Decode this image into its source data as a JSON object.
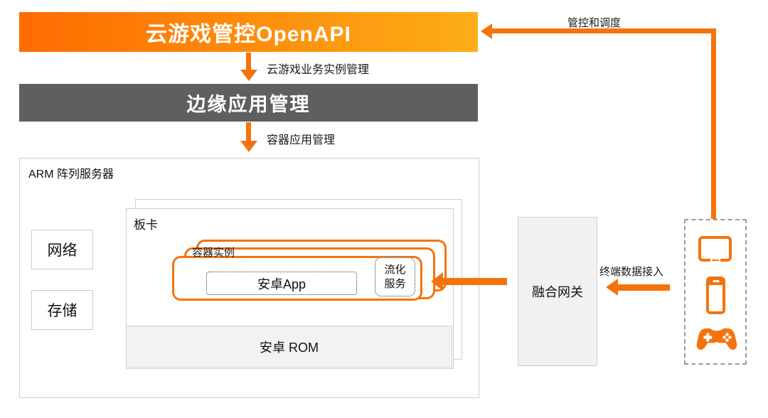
{
  "colors": {
    "accent_orange": "#F5730D",
    "banner_gradient_start": "#FF6B00",
    "banner_gradient_end": "#FCAE17",
    "edge_banner_gray": "#5F5F5F",
    "panel_fill_gray": "#F2F2F2"
  },
  "top_banner": {
    "title": "云游戏管控OpenAPI"
  },
  "edge_banner": {
    "title": "边缘应用管理"
  },
  "flow_labels": {
    "api_to_edge": "云游戏业务实例管理",
    "edge_to_arm": "容器应用管理",
    "control_schedule": "管控和调度",
    "terminal_access": "终端数据接入"
  },
  "arm_server": {
    "title": "ARM 阵列服务器",
    "network_label": "网络",
    "storage_label": "存储",
    "board": {
      "title": "板卡",
      "container_label": "容器实例",
      "android_app_label": "安卓App",
      "streaming_line1": "流化",
      "streaming_line2": "服务",
      "rom_label": "安卓 ROM"
    }
  },
  "gateway": {
    "label": "融合网关"
  },
  "devices": {
    "icons": [
      {
        "name": "tablet-icon"
      },
      {
        "name": "phone-icon"
      },
      {
        "name": "gamepad-icon"
      }
    ]
  }
}
